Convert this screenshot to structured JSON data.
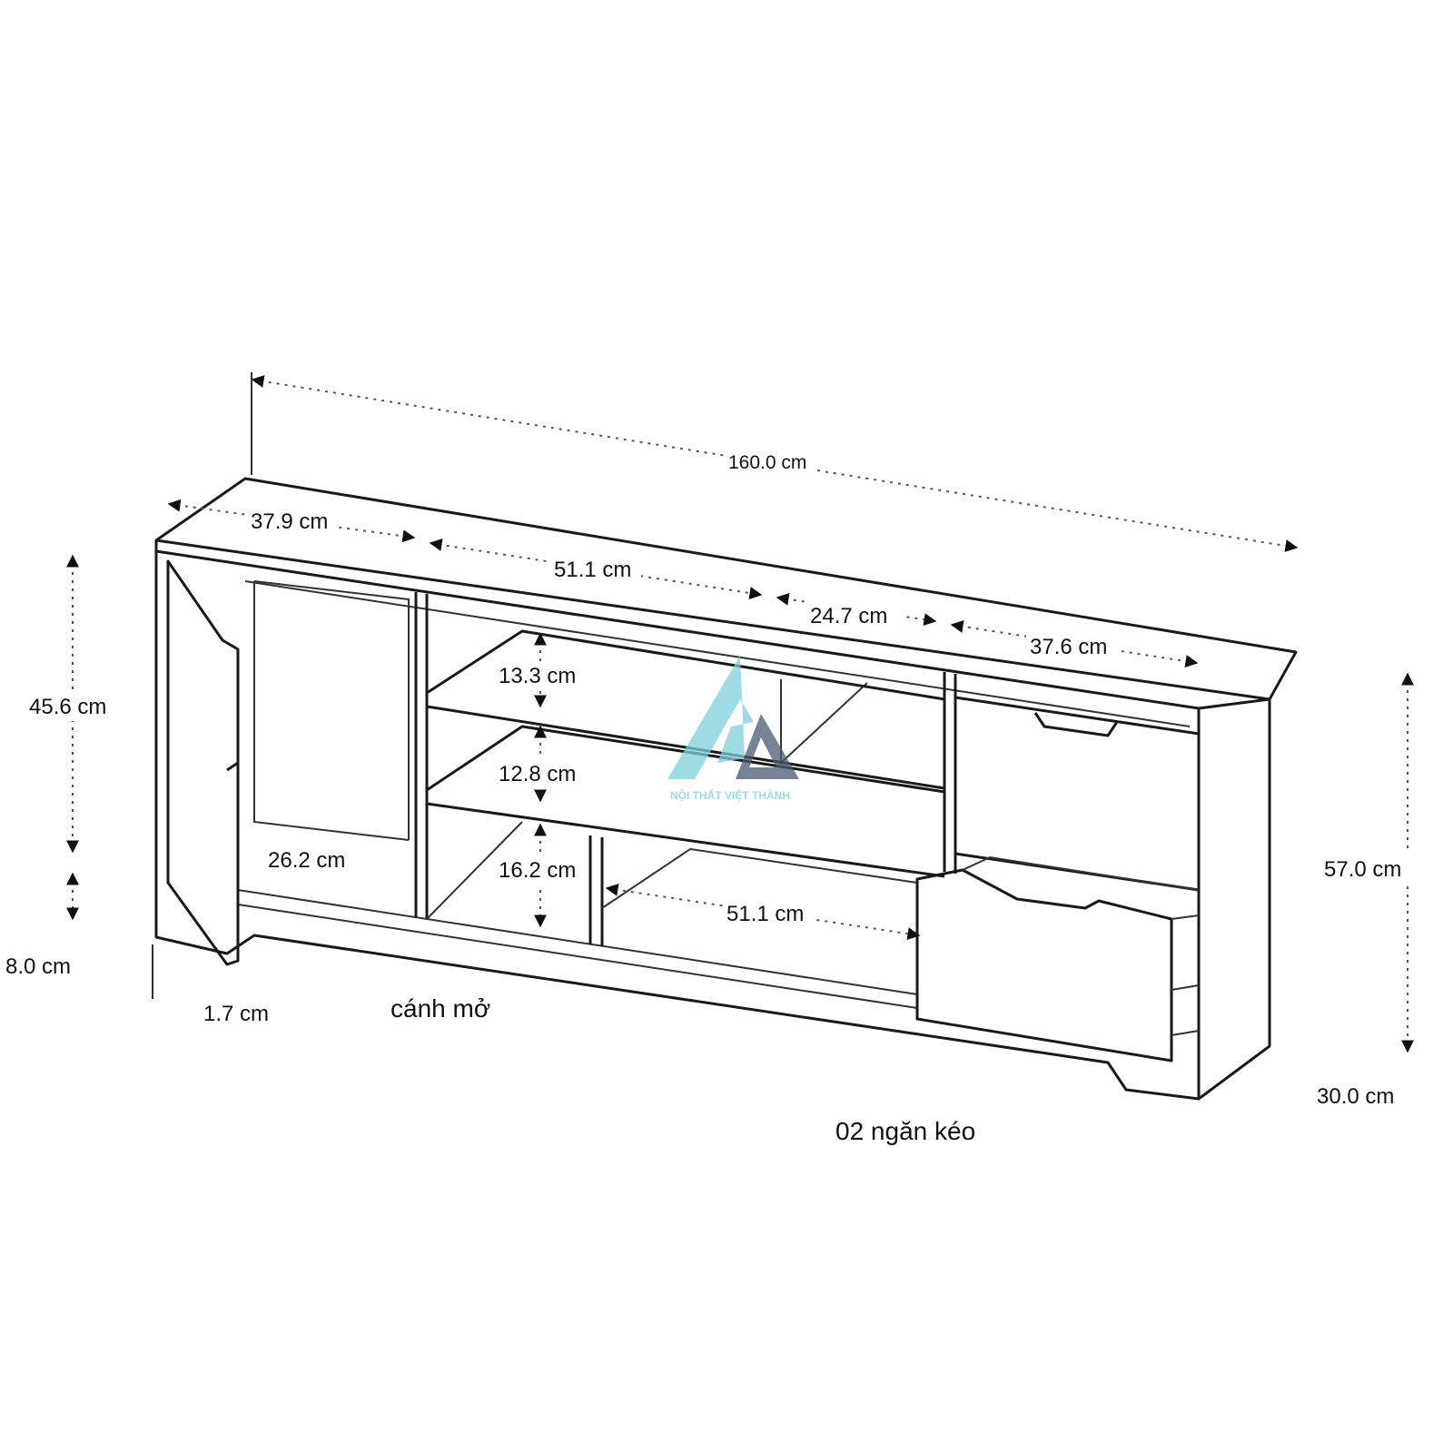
{
  "dimensions": {
    "total_width": "160.0 cm",
    "door_section_width": "37.9 cm",
    "middle_section_width": "51.1 cm",
    "shelf_section_width": "24.7 cm",
    "drawer_section_width": "37.6 cm",
    "body_height": "45.6 cm",
    "base_height": "8.0 cm",
    "total_height": "57.0 cm",
    "depth": "30.0 cm",
    "inner_depth": "26.2 cm",
    "panel_thickness": "1.7 cm",
    "shelf_top_gap": "13.3 cm",
    "shelf_middle_gap": "12.8 cm",
    "shelf_bottom_gap": "16.2 cm",
    "lower_open_width": "51.1 cm"
  },
  "notes": {
    "door": "cánh mở",
    "drawers": "02 ngăn kéo"
  },
  "logo": {
    "text": "NỘI THẤT VIỆT THÀNH",
    "primary_color": "#7fcfd9",
    "secondary_color": "#4a5a70"
  },
  "colors": {
    "line": "#1a1a1a",
    "background": "#ffffff"
  }
}
